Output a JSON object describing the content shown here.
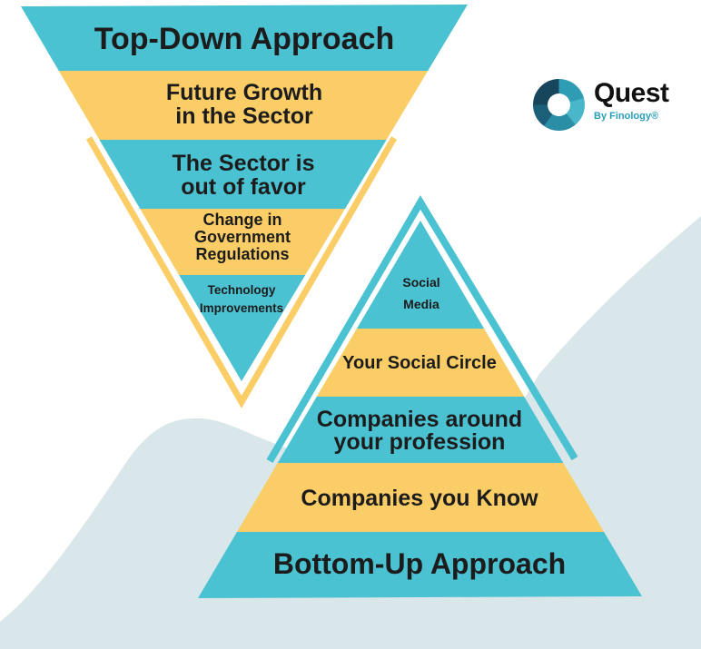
{
  "colors": {
    "teal": "#4BC2D2",
    "yellow": "#FBCD66",
    "wave": "#D9E7EA",
    "text": "#1C1C1C",
    "logo_dark": "#17455C",
    "logo_teal": "#2E9DB4",
    "logo_light": "#49B6CA",
    "tagline_teal": "#2A9DB8"
  },
  "top_down_funnel": {
    "title": "Top-Down Approach",
    "levels": [
      {
        "id": "future-growth",
        "lines": [
          "Future Growth",
          "in the Sector"
        ]
      },
      {
        "id": "sector-out-of-favor",
        "lines": [
          "The Sector is",
          "out of favor"
        ]
      },
      {
        "id": "government-regulations",
        "lines": [
          "Change in",
          "Government",
          "Regulations"
        ]
      },
      {
        "id": "technology-improvements",
        "lines": [
          "Technology",
          "Improvements"
        ]
      }
    ]
  },
  "bottom_up_pyramid": {
    "title": "Bottom-Up Approach",
    "levels": [
      {
        "id": "social-media",
        "lines": [
          "Social",
          "Media"
        ]
      },
      {
        "id": "social-circle",
        "lines": [
          "Your Social Circle"
        ]
      },
      {
        "id": "profession",
        "lines": [
          "Companies around",
          "your profession"
        ]
      },
      {
        "id": "known-companies",
        "lines": [
          "Companies you Know"
        ]
      }
    ]
  },
  "logo": {
    "name": "Quest",
    "tagline": "By Finology®"
  }
}
